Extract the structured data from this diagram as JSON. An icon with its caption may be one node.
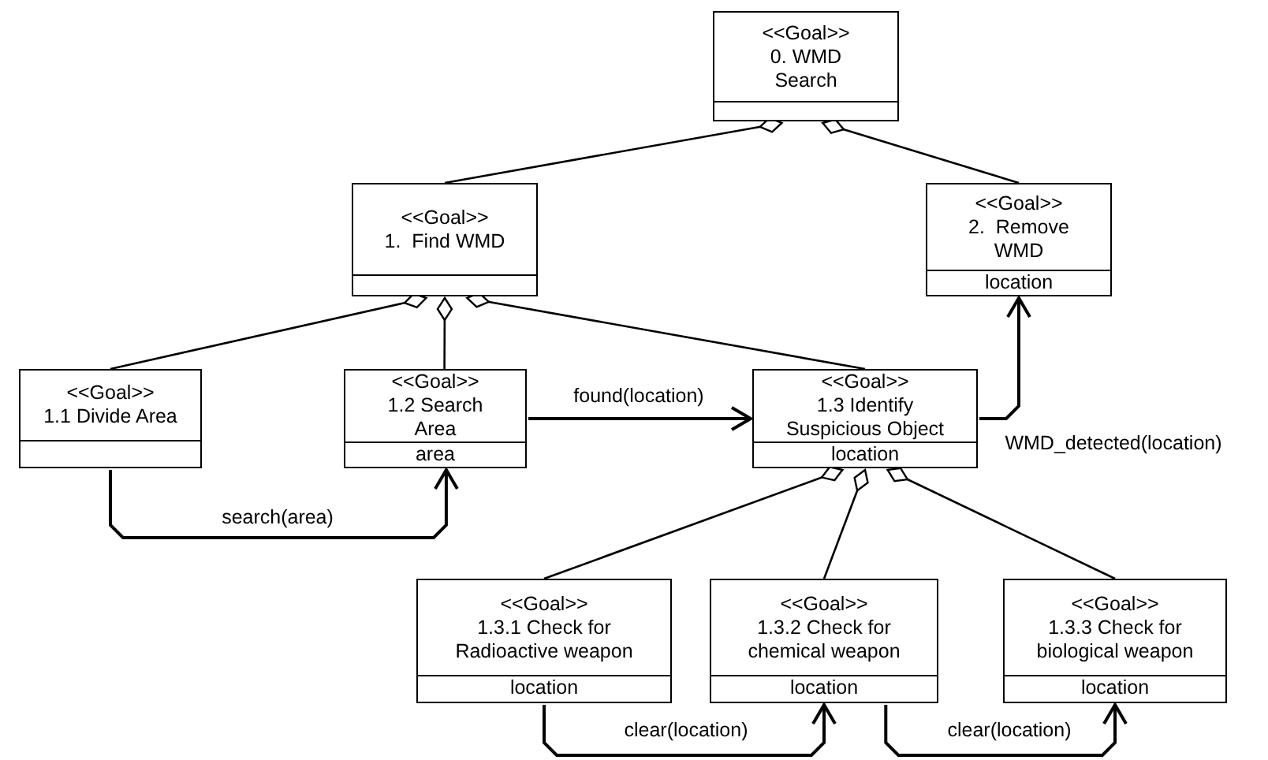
{
  "diagram": {
    "nodes": [
      {
        "text": [
          "<<Goal>>",
          "0. WMD Search"
        ]
      },
      {
        "text": [
          "<<Goal>>",
          "1.  Find WMD"
        ]
      },
      {
        "text": [
          "<<Goal>>",
          "2.  Remove WMD",
          "location"
        ]
      },
      {
        "text": [
          "<<Goal>>",
          "1.1 Divide Area"
        ]
      },
      {
        "text": [
          "<<Goal>>",
          "1.2 Search Area",
          "area"
        ]
      },
      {
        "text": [
          "<<Goal>>",
          "1.3 Identify Suspicious Object",
          "location"
        ]
      },
      {
        "text": [
          "<<Goal>>",
          "1.3.1 Check for Radioactive weapon",
          "location"
        ]
      },
      {
        "text": [
          "<<Goal>>",
          "1.3.2 Check for chemical weapon",
          "location"
        ]
      },
      {
        "text": [
          "<<Goal>>",
          "1.3.3 Check for biological weapon",
          "location"
        ]
      }
    ],
    "edges": [
      {
        "from": 0,
        "to": 1,
        "arrow": "other"
      },
      {
        "from": 0,
        "to": 2,
        "arrow": "other"
      },
      {
        "from": 1,
        "to": 3,
        "arrow": "other"
      },
      {
        "from": 1,
        "to": 4,
        "arrow": "other"
      },
      {
        "from": 1,
        "to": 5,
        "arrow": "other"
      },
      {
        "from": 5,
        "to": 6,
        "arrow": "other"
      },
      {
        "from": 5,
        "to": 7,
        "arrow": "other"
      },
      {
        "from": 5,
        "to": 8,
        "arrow": "other"
      },
      {
        "from": 4,
        "to": 5,
        "arrow": "to",
        "label": "found(location)"
      },
      {
        "from": 3,
        "to": 4,
        "arrow": "to",
        "label": "search(area)"
      },
      {
        "from": 5,
        "to": 2,
        "arrow": "to",
        "label": "WMD_detected(location)"
      },
      {
        "from": 6,
        "to": 7,
        "arrow": "to",
        "label": "clear(location)"
      },
      {
        "from": 7,
        "to": 8,
        "arrow": "to",
        "label": "clear(location)"
      }
    ]
  }
}
